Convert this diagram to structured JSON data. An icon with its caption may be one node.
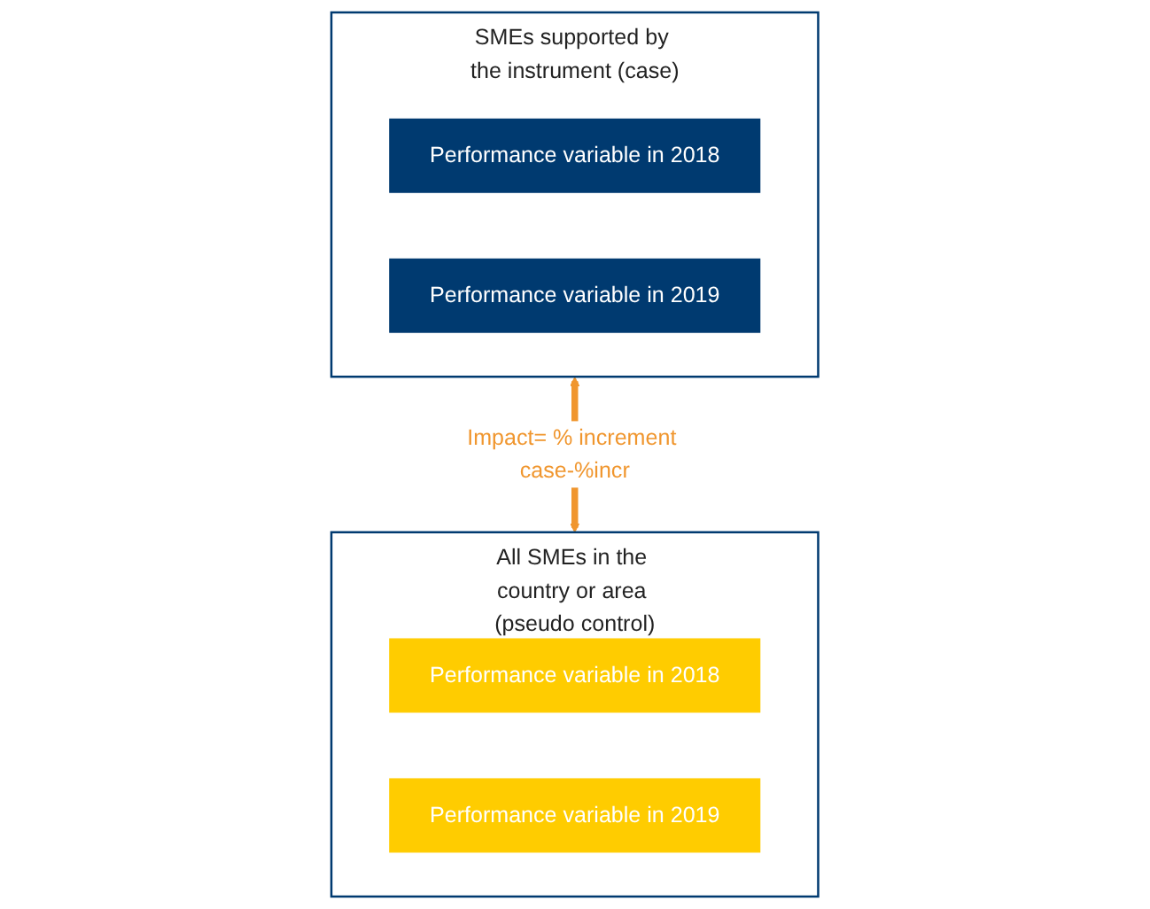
{
  "diagram": {
    "nodes": [
      {
        "text": [
          "SMEs supported by the instrument (case)"
        ]
      },
      {
        "text": [
          "Performance variable in 2018"
        ],
        "in": 0
      },
      {
        "text": [
          "Performance variable in 2019"
        ],
        "in": 0
      },
      {
        "text": [
          "All SMEs in the country or area (pseudo control)"
        ]
      },
      {
        "text": [
          "Performance variable in 2018"
        ],
        "in": 3
      },
      {
        "text": [
          "Performance variable in 2019"
        ],
        "in": 3
      }
    ],
    "edges": [
      {
        "from": 0,
        "to": 3,
        "arrow": "both",
        "label": "Impact= % increment case-%incr"
      }
    ]
  }
}
